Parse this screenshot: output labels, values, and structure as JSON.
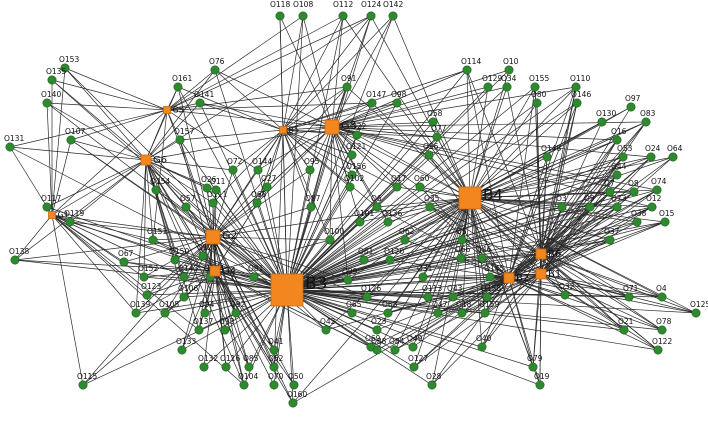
{
  "hubs": [
    {
      "id": "B3",
      "label": "B3",
      "size": "xl"
    },
    {
      "id": "B4",
      "label": "B4",
      "size": "l"
    },
    {
      "id": "G2",
      "label": "G2",
      "size": "m"
    },
    {
      "id": "G3",
      "label": "G3",
      "size": "m"
    },
    {
      "id": "G4",
      "label": "G4",
      "size": "s"
    },
    {
      "id": "B1",
      "label": "B1",
      "size": "s"
    },
    {
      "id": "B2",
      "label": "B2",
      "size": "s"
    },
    {
      "id": "B6",
      "label": "B6",
      "size": "s"
    },
    {
      "id": "G6",
      "label": "G6",
      "size": "s"
    },
    {
      "id": "G5",
      "label": "G5",
      "size": "xs"
    },
    {
      "id": "B5",
      "label": "B5",
      "size": "xs"
    },
    {
      "id": "G1",
      "label": "G1",
      "size": "xs"
    }
  ],
  "nodes": [
    "O118",
    "O108",
    "O112",
    "O124",
    "O142",
    "O153",
    "O76",
    "O114",
    "O10",
    "O135",
    "O161",
    "O91",
    "O129",
    "O34",
    "O155",
    "O110",
    "O97",
    "O140",
    "O141",
    "O147",
    "O98",
    "O80",
    "O146",
    "O83",
    "O130",
    "O131",
    "O107",
    "O157",
    "O58",
    "O77",
    "O148",
    "O16",
    "O121",
    "O56",
    "O53",
    "O24",
    "O64",
    "O72",
    "O144",
    "O27",
    "O156",
    "O95",
    "O44",
    "O74",
    "O154",
    "O57",
    "O111",
    "O68",
    "O102",
    "O17",
    "O60",
    "O35",
    "O3",
    "O9",
    "O73",
    "O12",
    "O117",
    "O119",
    "O7",
    "O8",
    "O38",
    "O15",
    "O87",
    "O6",
    "O136",
    "O101",
    "O37",
    "O151",
    "O62",
    "O128",
    "O150",
    "O100",
    "O61",
    "O120",
    "O5",
    "O66",
    "O46",
    "O67",
    "O152",
    "O143",
    "O134",
    "O81",
    "O31",
    "O99",
    "O145",
    "O123",
    "O106",
    "O126",
    "O113",
    "O43",
    "O158",
    "O32",
    "O71",
    "O4",
    "O138",
    "O139",
    "O105",
    "O94",
    "O92",
    "O42",
    "O65",
    "O23",
    "O63",
    "O47",
    "O18",
    "O159",
    "O125",
    "O137",
    "O93",
    "O69",
    "O88",
    "O84",
    "O49",
    "O40",
    "O21",
    "O78",
    "O133",
    "O41",
    "O127",
    "O122",
    "O132",
    "O116",
    "O85",
    "O52",
    "O28",
    "O79",
    "O115",
    "O104",
    "O70",
    "O50",
    "O19",
    "O160",
    "O26",
    "O11",
    "O22"
  ],
  "colors": {
    "hub": "#f2861f",
    "node": "#2f8a2f",
    "edge": "#2b2b2b"
  }
}
